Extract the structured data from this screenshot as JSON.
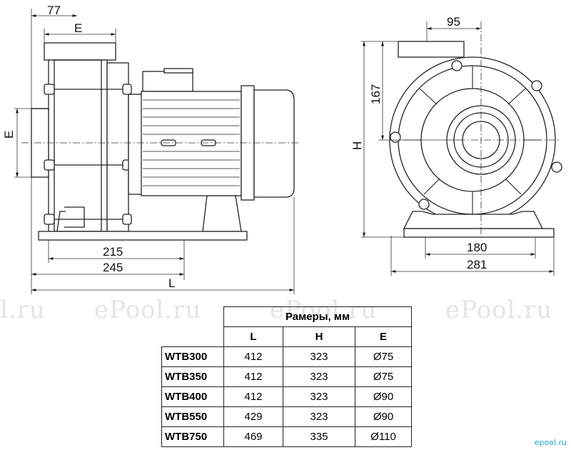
{
  "watermark": "ePool.ru",
  "watermark_left": "l.ru",
  "brand_logo": "epool.ru",
  "side_view": {
    "dim_top": "77",
    "dim_flange": "E",
    "dim_inlet": "E",
    "dim_base": "215",
    "dim_feet": "245",
    "dim_length": "L"
  },
  "front_view": {
    "dim_outlet_offset": "95",
    "dim_shaft_height": "167",
    "dim_height": "H",
    "dim_base": "180",
    "dim_feet": "281"
  },
  "table": {
    "title": "Рамеры, мм",
    "headers": [
      "L",
      "H",
      "E"
    ],
    "rows": [
      {
        "model": "WTB300",
        "L": "412",
        "H": "323",
        "E": "Ø75"
      },
      {
        "model": "WTB350",
        "L": "412",
        "H": "323",
        "E": "Ø75"
      },
      {
        "model": "WTB400",
        "L": "412",
        "H": "323",
        "E": "Ø90"
      },
      {
        "model": "WTB550",
        "L": "429",
        "H": "323",
        "E": "Ø90"
      },
      {
        "model": "WTB750",
        "L": "469",
        "H": "335",
        "E": "Ø110"
      }
    ]
  }
}
